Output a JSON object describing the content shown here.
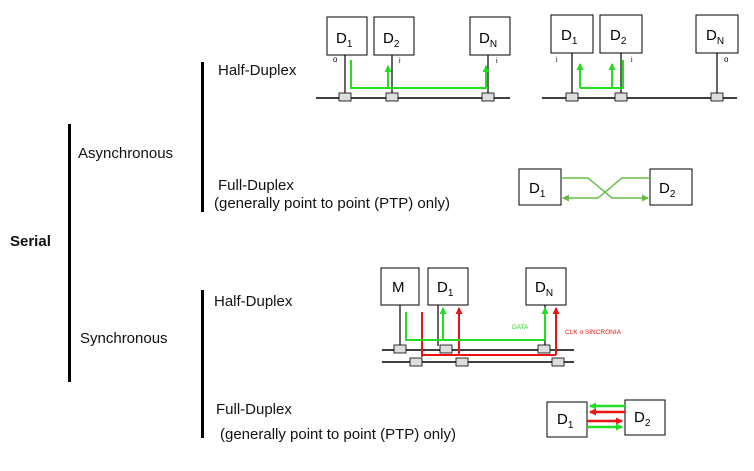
{
  "labels": {
    "serial": "Serial",
    "asynchronous": "Asynchronous",
    "synchronous": "Synchronous",
    "half_duplex_async": "Half-Duplex",
    "full_duplex_async_1": "Full-Duplex",
    "full_duplex_async_2": "(generally point to point (PTP) only)",
    "half_duplex_sync": "Half-Duplex",
    "full_duplex_sync_1": "Full-Duplex",
    "full_duplex_sync_2": "(generally point to point (PTP) only)"
  },
  "devices": {
    "d": "D",
    "sub1": "1",
    "sub2": "2",
    "subN": "N",
    "master": "M"
  },
  "annotations": {
    "data": "DATA",
    "clock": "CLK o SINCRONIA",
    "out_marker": "o",
    "in_marker": "i"
  },
  "colors": {
    "green": "#22dd22",
    "red": "#ee1111",
    "line_green": "#66bb44",
    "black": "#000000"
  }
}
